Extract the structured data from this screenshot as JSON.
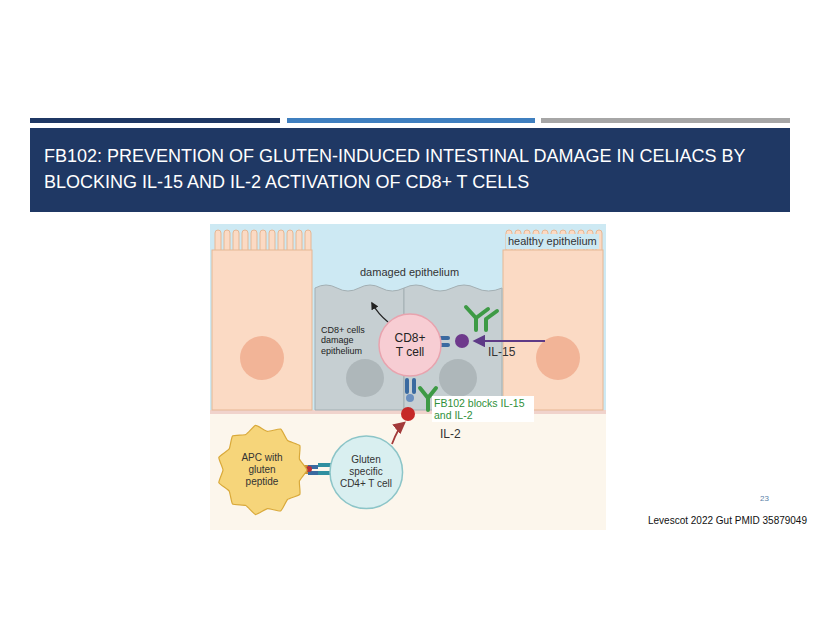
{
  "diagram": {
    "title": "FB102: PREVENTION OF GLUTEN-INDUCED INTESTINAL DAMAGE IN CELIACS BY BLOCKING IL-15 AND IL-2 ACTIVATION OF CD8+ T CELLS",
    "nodes": [
      {
        "text": [
          "CD8+ T cell"
        ]
      },
      {
        "text": [
          "APC with gluten peptide"
        ]
      },
      {
        "text": [
          "Gluten specific CD4+ T cell"
        ]
      }
    ],
    "labels": [
      "healthy epithelium",
      "damaged epithelium",
      "CD8+ cells damage epithelium",
      "IL-15",
      "FB102 blocks IL-15 and IL-2",
      "IL-2",
      "23",
      "Levescot 2022 Gut PMID 35879049"
    ]
  }
}
